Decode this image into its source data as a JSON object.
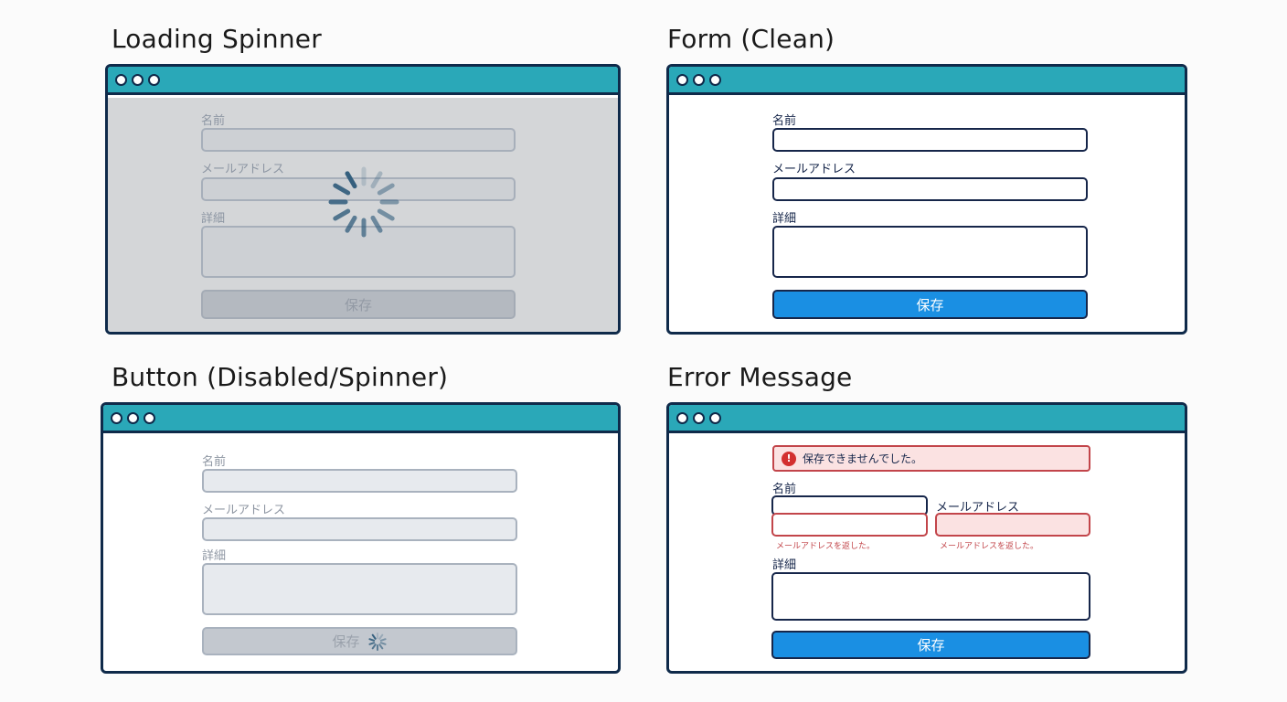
{
  "panels": {
    "loading": {
      "title": "Loading Spinner",
      "name_label": "名前",
      "email_label": "メールアドレス",
      "detail_label": "詳細",
      "button_label": "保存"
    },
    "clean": {
      "title": "Form (Clean)",
      "name_label": "名前",
      "email_label": "メールアドレス",
      "detail_label": "詳細",
      "button_label": "保存"
    },
    "disabled": {
      "title": "Button (Disabled/Spinner)",
      "name_label": "名前",
      "email_label": "メールアドレス",
      "detail_label": "詳細",
      "button_label": "保存"
    },
    "error": {
      "title": "Error Message",
      "alert_text": "保存できませんでした。",
      "alert_icon": "!",
      "name_label": "名前",
      "email_label": "メールアドレス",
      "name_error": "メールアドレスを返した。",
      "email_error": "メールアドレスを返した。",
      "detail_label": "詳細",
      "button_label": "保存"
    }
  },
  "colors": {
    "titlebar": "#2aa8b8",
    "border": "#0f2a4a",
    "primary_button": "#1a8fe3",
    "error": "#c2454a",
    "error_bg": "#fbe2e2",
    "spinner": "#2d5a7a"
  }
}
